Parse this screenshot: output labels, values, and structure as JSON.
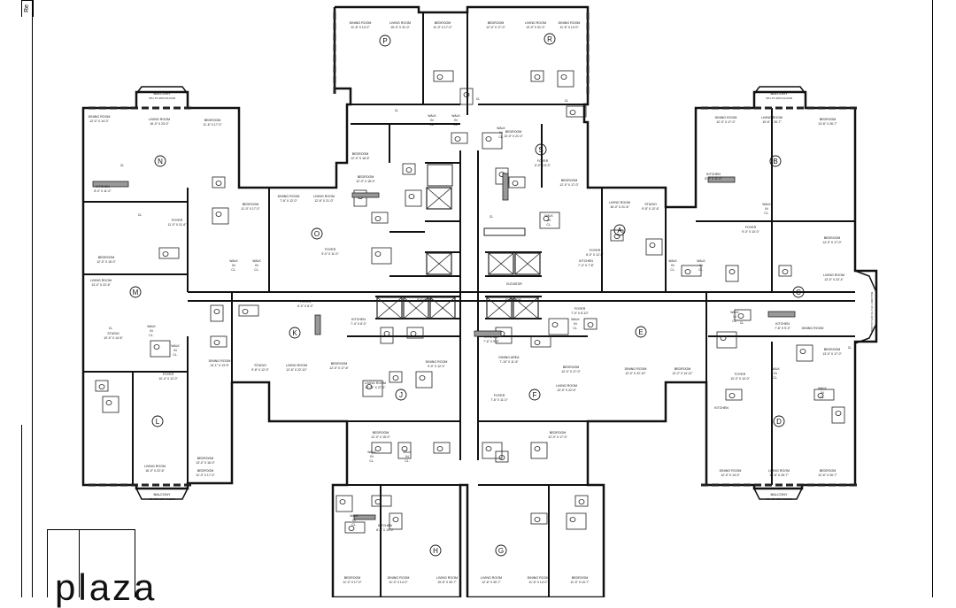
{
  "page": {
    "corner_label": "Re",
    "logo_text": "plaza"
  },
  "units": [
    {
      "id": "A",
      "letter": "A",
      "rooms": [
        {
          "name": "LIVING ROOM",
          "dims": "16'-0\" X 21'-6\""
        },
        {
          "name": "STUDIO",
          "dims": "9'-8\" X 12'-6\""
        },
        {
          "name": "FOYER",
          "dims": "6'-0\" X 12'-0\""
        },
        {
          "name": "KITCHEN",
          "dims": "7'-4\" X 7'-8\""
        }
      ]
    },
    {
      "id": "B",
      "letter": "B",
      "rooms": [
        {
          "name": "DINING ROOM",
          "dims": "12'-0\" X 17'-0\""
        },
        {
          "name": "LIVING ROOM",
          "dims": "15'-6\" X 26'-7\""
        },
        {
          "name": "BEDROOM",
          "dims": "13'-8\" X 26'-7\""
        },
        {
          "name": "KITCHEN",
          "dims": "8'-0\" X 11'-0\""
        },
        {
          "name": "FOYER",
          "dims": "9'-0\" X 10'-0\""
        }
      ]
    },
    {
      "id": "C",
      "letter": "C",
      "rooms": [
        {
          "name": "BEDROOM",
          "dims": "14'-0\" X 17'-0\""
        },
        {
          "name": "LIVING ROOM",
          "dims": "13'-0\" X 22'-4\""
        },
        {
          "name": "KITCHEN",
          "dims": "7'-6\" X 9'-0\""
        },
        {
          "name": "DINING ROOM",
          "dims": ""
        }
      ]
    },
    {
      "id": "D",
      "letter": "D",
      "rooms": [
        {
          "name": "BEDROOM",
          "dims": "13'-0\" X 17'-0\""
        },
        {
          "name": "FOYER",
          "dims": "10'-0\" X 10'-0\""
        },
        {
          "name": "KITCHEN",
          "dims": ""
        },
        {
          "name": "DINING ROOM",
          "dims": "12'-0\" X 14'-0\""
        },
        {
          "name": "LIVING ROOM",
          "dims": "15'-6\" X 26'-7\""
        },
        {
          "name": "BEDROOM",
          "dims": "12'-6\" X 26'-7\""
        }
      ]
    },
    {
      "id": "E",
      "letter": "E",
      "rooms": [
        {
          "name": "FOYER",
          "dims": "7'-0\" X 8'-10\""
        },
        {
          "name": "BEDROOM",
          "dims": "12'-0\" X 17'-0\""
        },
        {
          "name": "DINING ROOM",
          "dims": "12'-0\" X 22'-10\""
        },
        {
          "name": "BEDROOM",
          "dims": "12'-2\" X 14'-11\""
        }
      ]
    },
    {
      "id": "F",
      "letter": "F",
      "rooms": [
        {
          "name": "KITCHEN",
          "dims": "7'-6\" X 9'-0\""
        },
        {
          "name": "DINING AREA",
          "dims": "7'-10\" X 11'-6\""
        },
        {
          "name": "FOYER",
          "dims": "7'-6\" X 11'-0\""
        },
        {
          "name": "LIVING ROOM",
          "dims": "13'-0\" X 22'-6\""
        }
      ]
    },
    {
      "id": "G",
      "letter": "G",
      "rooms": [
        {
          "name": "BEDROOM",
          "dims": "12'-0\" X 17'-0\""
        },
        {
          "name": "LIVING ROOM",
          "dims": "12'-6\" X 30'-7\""
        },
        {
          "name": "DINING ROOM",
          "dims": "11'-6\" X 14'-0\""
        },
        {
          "name": "BEDROOM",
          "dims": "11'-0\" X 16'-7\""
        }
      ]
    },
    {
      "id": "H",
      "letter": "H",
      "rooms": [
        {
          "name": "BEDROOM",
          "dims": "12'-0\" X 15'-0\""
        },
        {
          "name": "KITCHEN",
          "dims": "8'-0\" X 10'-0\""
        },
        {
          "name": "BEDROOM",
          "dims": "11'-0\" X 17'-0\""
        },
        {
          "name": "DINING ROOM",
          "dims": "11'-0\" X 14'-0\""
        },
        {
          "name": "LIVING ROOM",
          "dims": "15'-6\" X 30'-7\""
        }
      ]
    },
    {
      "id": "J",
      "letter": "J",
      "rooms": [
        {
          "name": "LIVING ROOM",
          "dims": "12'-11\" X 27'-2\""
        },
        {
          "name": "BEDROOM",
          "dims": "12'-0\" X 17'-6\""
        },
        {
          "name": "DINING ROOM",
          "dims": "9'-0\" X 12'-0\""
        }
      ]
    },
    {
      "id": "K",
      "letter": "K",
      "rooms": [
        {
          "name": "FOYER",
          "dims": "6'-0\" X 8'-0\""
        },
        {
          "name": "KITCHEN",
          "dims": "7'-4\" X 8'-0\""
        },
        {
          "name": "STUDIO",
          "dims": "9'-8\" X 12'-0\""
        },
        {
          "name": "LIVING ROOM",
          "dims": "12'-6\" X 22'-10\""
        }
      ]
    },
    {
      "id": "L",
      "letter": "L",
      "rooms": [
        {
          "name": "DINING ROOM",
          "dims": "13'-1\" X 13'-9\""
        },
        {
          "name": "BEDROOM",
          "dims": "13'-0\" X 16'-0\""
        },
        {
          "name": "LIVING ROOM",
          "dims": "16'-0\" X 22'-6\""
        },
        {
          "name": "BEDROOM",
          "dims": "11'-0\" X 17'-0\""
        }
      ]
    },
    {
      "id": "M",
      "letter": "M",
      "rooms": [
        {
          "name": "LIVING ROOM",
          "dims": "13'-0\" X 22'-6\""
        },
        {
          "name": "STUDIO",
          "dims": "10'-0\" X 14'-6\""
        },
        {
          "name": "FOYER",
          "dims": "10'-4\" X 12'-0\""
        }
      ]
    },
    {
      "id": "N",
      "letter": "N",
      "rooms": [
        {
          "name": "DINING ROOM",
          "dims": "12'-0\" X 14'-0\""
        },
        {
          "name": "LIVING ROOM",
          "dims": "16'-0\" X 23'-0\""
        },
        {
          "name": "BEDROOM",
          "dims": "11'-6\" X 17'-0\""
        },
        {
          "name": "KITCHEN",
          "dims": "8'-0\" X 11'-0\""
        },
        {
          "name": "FOYER",
          "dims": "11'-0\" X 11'-6\""
        },
        {
          "name": "BEDROOM",
          "dims": "12'-0\" X 15'-0\""
        }
      ]
    },
    {
      "id": "O",
      "letter": "O",
      "rooms": [
        {
          "name": "BEDROOM",
          "dims": "11'-0\" X 17'-0\""
        },
        {
          "name": "DINING ROOM",
          "dims": "7'-6\" X 12'-0\""
        },
        {
          "name": "LIVING ROOM",
          "dims": "12'-6\" X 21'-0\""
        },
        {
          "name": "FOYER",
          "dims": "9'-0\" X 11'-0\""
        },
        {
          "name": "BEDROOM",
          "dims": "12'-0\" X 18'-0\""
        }
      ]
    },
    {
      "id": "P",
      "letter": "P",
      "rooms": [
        {
          "name": "DINING ROOM",
          "dims": "11'-6\" X 14'-0\""
        },
        {
          "name": "LIVING ROOM",
          "dims": "15'-0\" X 31'-0\""
        },
        {
          "name": "BEDROOM",
          "dims": "11'-0\" X 17'-0\""
        },
        {
          "name": "BEDROOM",
          "dims": "12'-0\" X 16'-6\""
        }
      ]
    },
    {
      "id": "R",
      "letter": "R",
      "rooms": [
        {
          "name": "BEDROOM",
          "dims": "12'-0\" X 17'-0\""
        },
        {
          "name": "LIVING ROOM",
          "dims": "13'-0\" X 31'-0\""
        },
        {
          "name": "DINING ROOM",
          "dims": "11'-6\" X 14'-0\""
        }
      ]
    },
    {
      "id": "S",
      "letter": "S",
      "rooms": [
        {
          "name": "BEDROOM",
          "dims": "13'-0\" X 21'-0\""
        },
        {
          "name": "FOYER",
          "dims": "6'-0\" X 8'-0\""
        },
        {
          "name": "BEDROOM",
          "dims": "12'-0\" X 17'-0\""
        }
      ]
    }
  ],
  "misc_labels": {
    "balcony": "BALCONY",
    "balcony_floors": "4TH TO 40TH FLOOR",
    "elevator": "ELEVATOR",
    "walk_in_cl": [
      "WALK",
      "IN",
      "CL."
    ],
    "cl": "CL"
  }
}
